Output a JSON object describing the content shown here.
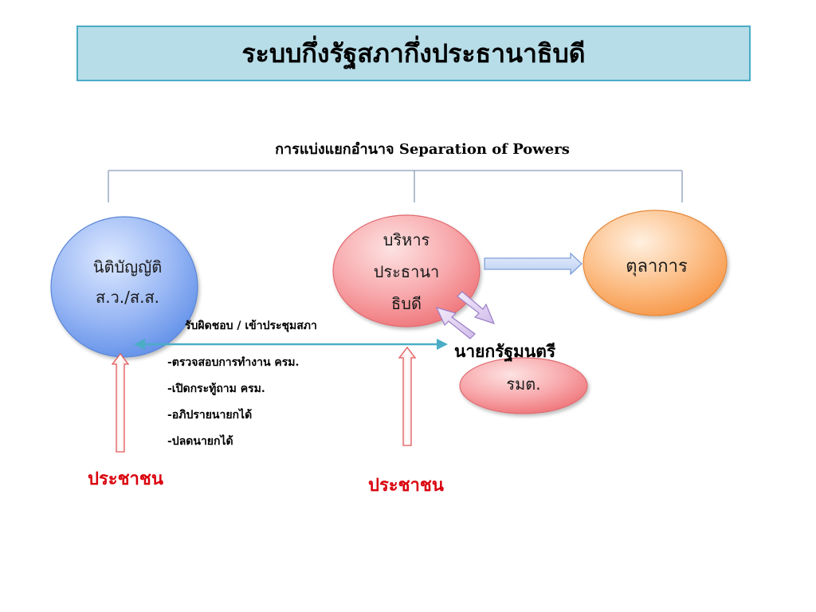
{
  "title": "ระบบกึ่งรัฐสภากึ่งประธานาธิบดี",
  "heading": "การแบ่งแยกอำนาจ Separation of Powers",
  "branches": {
    "legislative": {
      "line1": "นิติบัญญัติ",
      "line2": "ส.ว./ส.ส."
    },
    "executive": {
      "line1": "บริหาร",
      "line2": "ประธานา",
      "line3": "ธิบดี"
    },
    "judiciary": {
      "line1": "ตุลาการ"
    },
    "cabinet": {
      "line1": "รมต."
    }
  },
  "prime_minister": "นายกรัฐมนตรี",
  "responsibility": "รับผิดชอบ / เข้าประชุมสภา",
  "duties": [
    "-ตรวจสอบการทำงาน ครม.",
    "-เปิดกระทู้ถาม ครม.",
    "-อภิปรายนายกได้",
    "-ปลดนายกได้"
  ],
  "people_left": "ประชาชน",
  "people_right": "ประชาชน",
  "colors": {
    "title_bg": "#b7dde8",
    "title_border": "#4bacc6",
    "legislative": "#7aa3f0",
    "executive": "#f48a8e",
    "judiciary": "#f9a860",
    "cabinet": "#f48a8e",
    "people_text": "#d9000d",
    "double_arrow": "#4bacc6"
  }
}
